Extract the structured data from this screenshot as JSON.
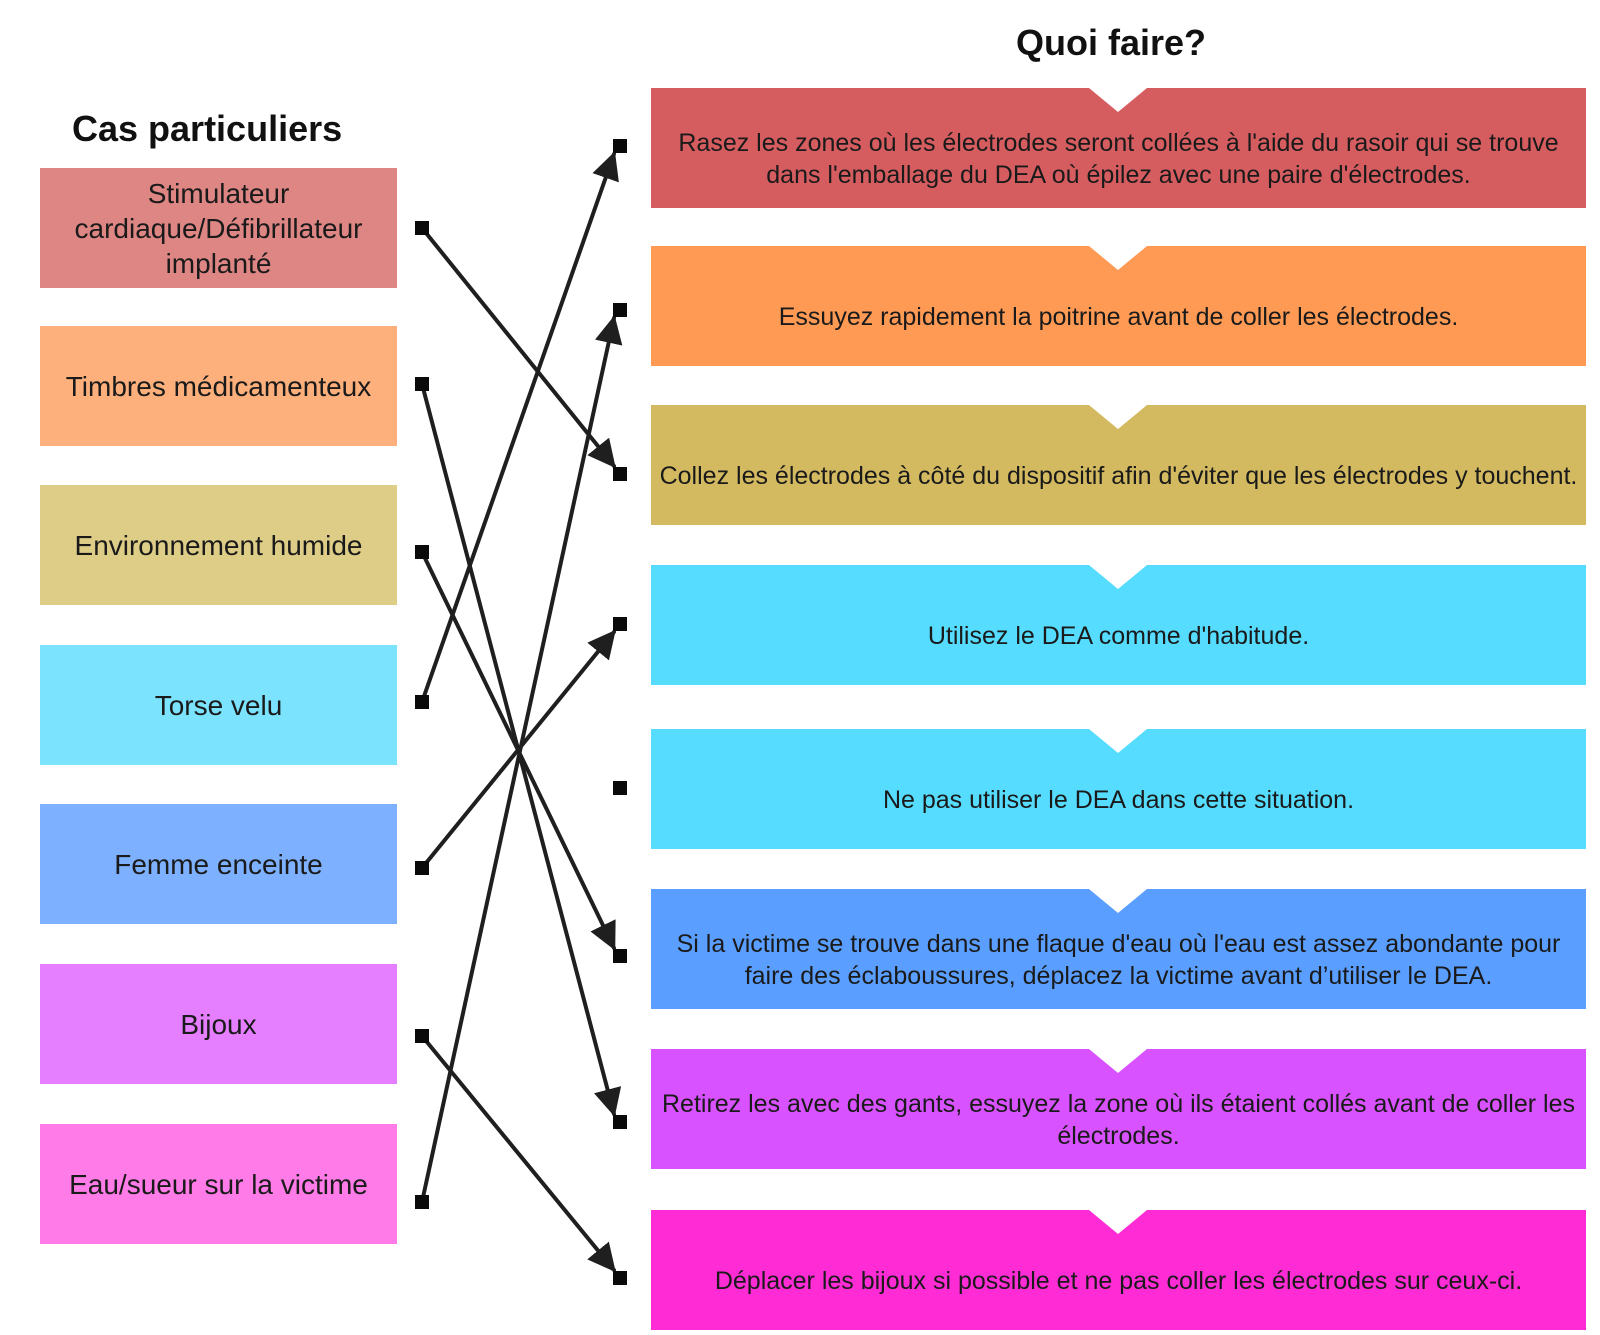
{
  "left_title": "Cas particuliers",
  "right_title": "Quoi faire?",
  "cases": [
    {
      "label": "Stimulateur cardiaque/Défibrillateur implanté",
      "color": "#de8683"
    },
    {
      "label": "Timbres médicamenteux",
      "color": "#fdb07c"
    },
    {
      "label": "Environnement humide",
      "color": "#decd87"
    },
    {
      "label": "Torse velu",
      "color": "#7ce3ff"
    },
    {
      "label": "Femme enceinte",
      "color": "#7db1ff"
    },
    {
      "label": "Bijoux",
      "color": "#e57fff"
    },
    {
      "label": "Eau/sueur sur la victime",
      "color": "#ff7ce8"
    }
  ],
  "actions": [
    {
      "label": "Rasez les zones où les électrodes seront collées à l'aide du rasoir qui se trouve dans l'emballage du DEA où épilez avec une paire d'électrodes.",
      "color": "#d55d60"
    },
    {
      "label": "Essuyez rapidement la poitrine avant de coller les électrodes.",
      "color": "#ff9a55"
    },
    {
      "label": "Collez les électrodes à côté du dispositif afin d'éviter que les électrodes y touchent.",
      "color": "#d3ba61"
    },
    {
      "label": "Utilisez le DEA comme d'habitude.",
      "color": "#55dcff"
    },
    {
      "label": "Ne pas utiliser le DEA dans cette situation.",
      "color": "#55dcff"
    },
    {
      "label": "Si la victime se trouve dans une flaque d'eau où l'eau est assez abondante pour faire des éclaboussures, déplacez la victime avant d’utiliser le DEA.",
      "color": "#5a9eff"
    },
    {
      "label": "Retirez les avec des gants, essuyez la zone où ils étaient collés avant de coller les électrodes.",
      "color": "#d852ff"
    },
    {
      "label": "Déplacer les bijoux si possible et ne pas coller les électrodes sur ceux-ci.",
      "color": "#ff2bd4"
    }
  ],
  "connections": [
    {
      "from": 0,
      "to": 2
    },
    {
      "from": 1,
      "to": 6
    },
    {
      "from": 2,
      "to": 5
    },
    {
      "from": 3,
      "to": 0
    },
    {
      "from": 4,
      "to": 3
    },
    {
      "from": 5,
      "to": 7
    },
    {
      "from": 6,
      "to": 1
    }
  ],
  "connector_color": "#1f1f1f"
}
